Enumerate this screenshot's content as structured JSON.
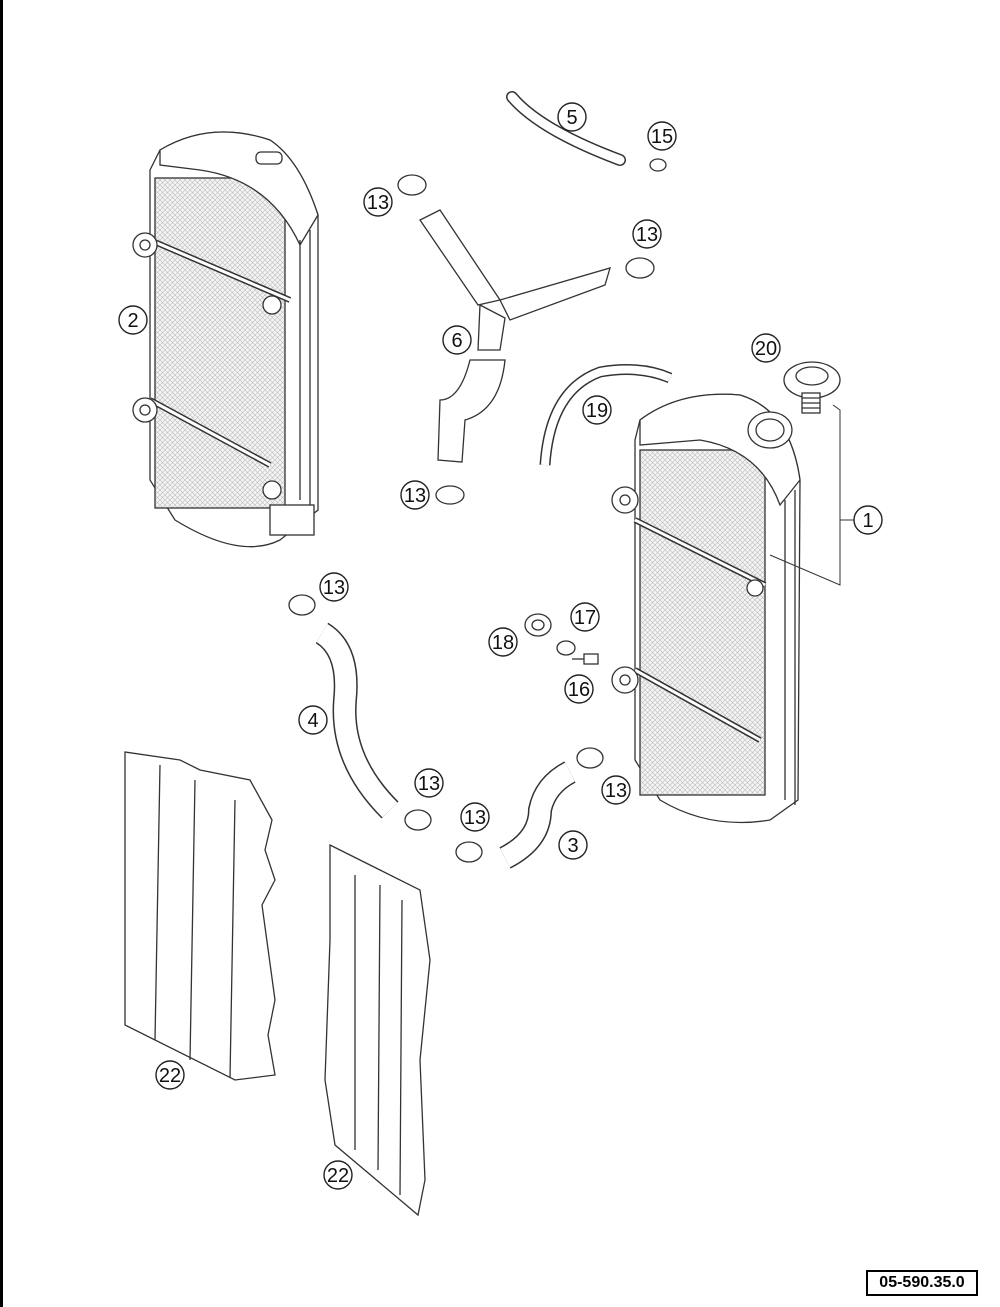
{
  "document_number": "05-590.35.0",
  "callouts": [
    {
      "id": "c1",
      "label": "1"
    },
    {
      "id": "c2",
      "label": "2"
    },
    {
      "id": "c3",
      "label": "3"
    },
    {
      "id": "c4",
      "label": "4"
    },
    {
      "id": "c5",
      "label": "5"
    },
    {
      "id": "c6",
      "label": "6"
    },
    {
      "id": "c13a",
      "label": "13"
    },
    {
      "id": "c13b",
      "label": "13"
    },
    {
      "id": "c13c",
      "label": "13"
    },
    {
      "id": "c13d",
      "label": "13"
    },
    {
      "id": "c13e",
      "label": "13"
    },
    {
      "id": "c13f",
      "label": "13"
    },
    {
      "id": "c13g",
      "label": "13"
    },
    {
      "id": "c15",
      "label": "15"
    },
    {
      "id": "c16",
      "label": "16"
    },
    {
      "id": "c17",
      "label": "17"
    },
    {
      "id": "c18",
      "label": "18"
    },
    {
      "id": "c19",
      "label": "19"
    },
    {
      "id": "c20",
      "label": "20"
    },
    {
      "id": "c22a",
      "label": "22"
    },
    {
      "id": "c22b",
      "label": "22"
    }
  ]
}
